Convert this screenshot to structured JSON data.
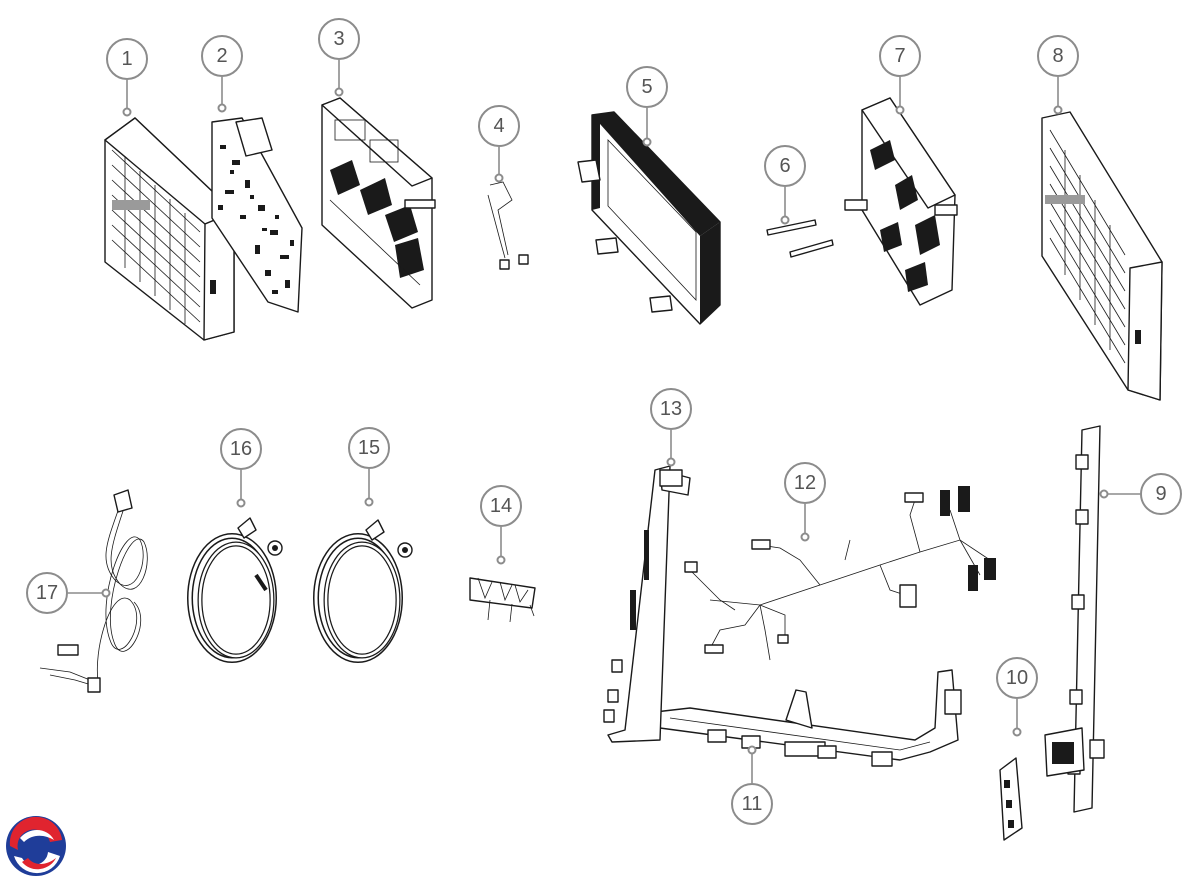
{
  "callouts": {
    "c1": "1",
    "c2": "2",
    "c3": "3",
    "c4": "4",
    "c5": "5",
    "c6": "6",
    "c7": "7",
    "c8": "8",
    "c9": "9",
    "c10": "10",
    "c11": "11",
    "c12": "12",
    "c13": "13",
    "c14": "14",
    "c15": "15",
    "c16": "16",
    "c17": "17"
  },
  "colors": {
    "callout_stroke": "#8c8c8c",
    "callout_text": "#555555",
    "line_art": "#1a1a1a",
    "logo_red": "#e0242f",
    "logo_blue": "#1f3d99"
  },
  "logo": {
    "icon": "brand-swirl-logo-icon"
  }
}
